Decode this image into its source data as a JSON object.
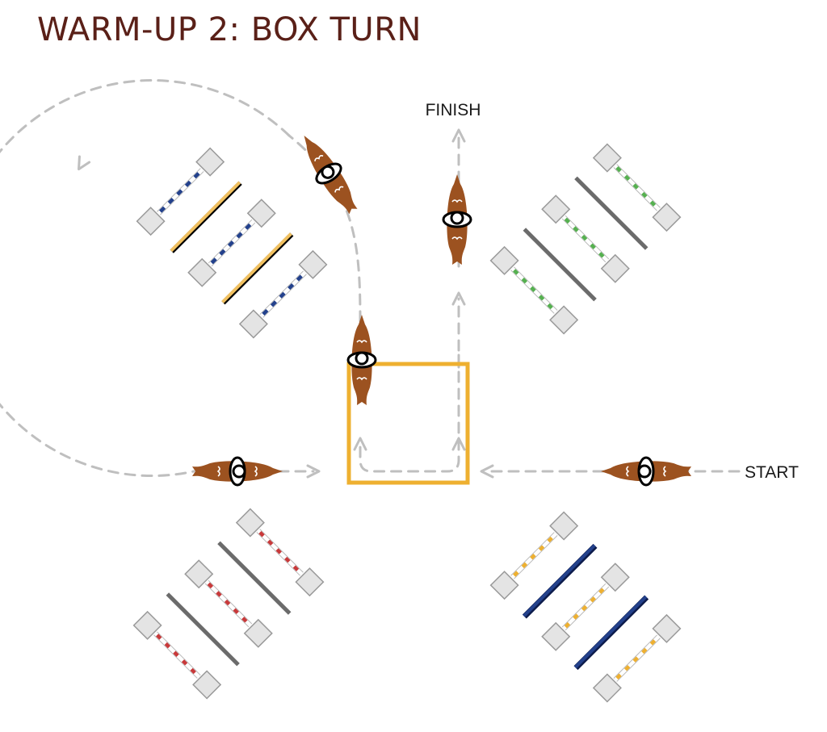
{
  "title": "WARM-UP 2: BOX TURN",
  "labels": {
    "finish": "FINISH",
    "start": "START"
  },
  "colors": {
    "title": "#5a2018",
    "label": "#1a1a1a",
    "path_arrow": "#bfbfbf",
    "box": "#eeb030",
    "horse": "#9c5220",
    "block": "#e4e4e4",
    "pole_stripes": {
      "top_left": "#23418c",
      "top_right": "#55b04f",
      "bottom_left": "#c8393a",
      "bottom_right": "#eeb030"
    },
    "ground_poles": {
      "top_left": "#f0c060",
      "top_right": "#6b6b6b",
      "bottom_left": "#6b6b6b",
      "bottom_right": "#23418c"
    }
  }
}
